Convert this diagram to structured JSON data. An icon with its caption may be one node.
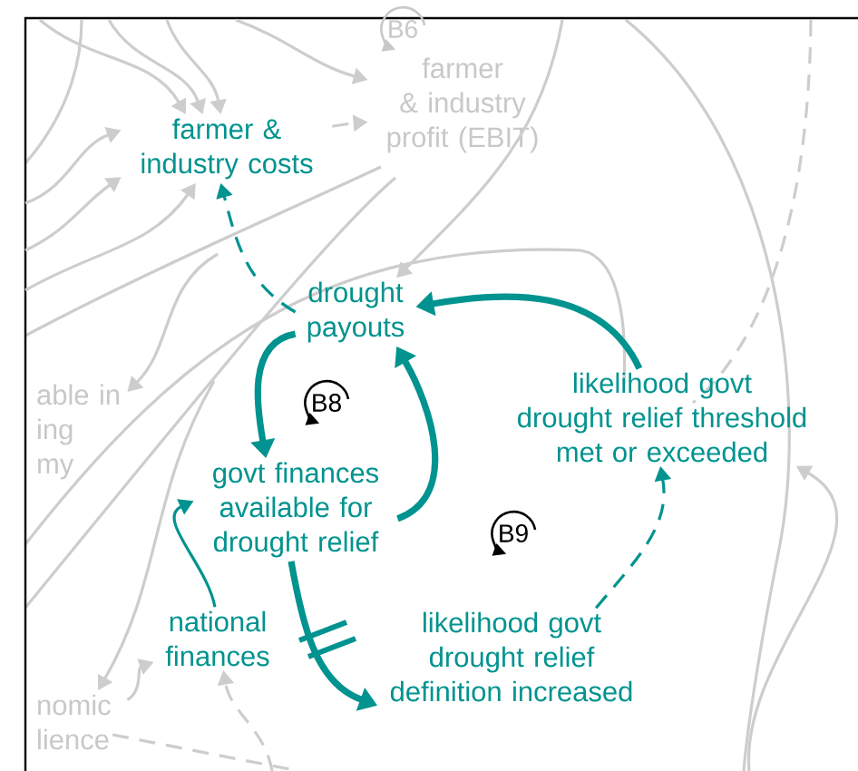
{
  "diagram": {
    "nodes": [
      {
        "text": [
          "farmer & industry costs"
        ]
      },
      {
        "text": [
          "farmer & industry profit (EBIT)"
        ]
      },
      {
        "text": [
          "drought payouts"
        ]
      },
      {
        "text": [
          "likelihood govt drought relief threshold met or exceeded"
        ]
      },
      {
        "text": [
          "govt finances available for drought relief"
        ]
      },
      {
        "text": [
          "national finances"
        ]
      },
      {
        "text": [
          "likelihood govt drought relief definition increased"
        ]
      },
      {
        "text": [
          "able in ing my"
        ]
      },
      {
        "text": [
          "nomic lience"
        ]
      }
    ],
    "edges": [
      {
        "from": 2,
        "to": 0,
        "arrow": "to",
        "style": "dashed",
        "color": "#00938f"
      },
      {
        "from": 0,
        "to": 1,
        "arrow": "to",
        "style": "dashed"
      },
      {
        "from": 3,
        "to": 2,
        "arrow": "to",
        "style": "thick",
        "color": "#00938f"
      },
      {
        "from": 2,
        "to": 4,
        "arrow": "to",
        "style": "thick",
        "color": "#00938f"
      },
      {
        "from": 4,
        "to": 2,
        "arrow": "to",
        "style": "thick",
        "color": "#00938f"
      },
      {
        "from": 5,
        "to": 4,
        "arrow": "to",
        "color": "#00938f"
      },
      {
        "from": 4,
        "to": 6,
        "arrow": "to",
        "style": "thick",
        "color": "#00938f"
      },
      {
        "from": 6,
        "to": 3,
        "arrow": "to",
        "style": "dashed",
        "color": "#00938f"
      },
      {
        "from": null,
        "to": 0,
        "arrow": "to"
      },
      {
        "from": null,
        "to": 0,
        "arrow": "to"
      },
      {
        "from": null,
        "to": 0,
        "arrow": "to"
      },
      {
        "from": null,
        "to": 0,
        "arrow": "to"
      },
      {
        "from": null,
        "to": 0,
        "arrow": "to"
      },
      {
        "from": null,
        "to": 0,
        "arrow": "to"
      },
      {
        "from": null,
        "to": 1,
        "arrow": "to"
      },
      {
        "from": null,
        "to": 2,
        "arrow": "to"
      },
      {
        "from": null,
        "to": 7,
        "arrow": "to"
      },
      {
        "from": null,
        "to": 8,
        "arrow": "to"
      },
      {
        "from": 8,
        "to": 5,
        "arrow": "to"
      },
      {
        "from": null,
        "to": 5,
        "arrow": "to",
        "style": "dashed"
      },
      {
        "from": null,
        "to": 3,
        "arrow": "to"
      }
    ],
    "labels": [
      "B6",
      "B8",
      "B9"
    ]
  }
}
